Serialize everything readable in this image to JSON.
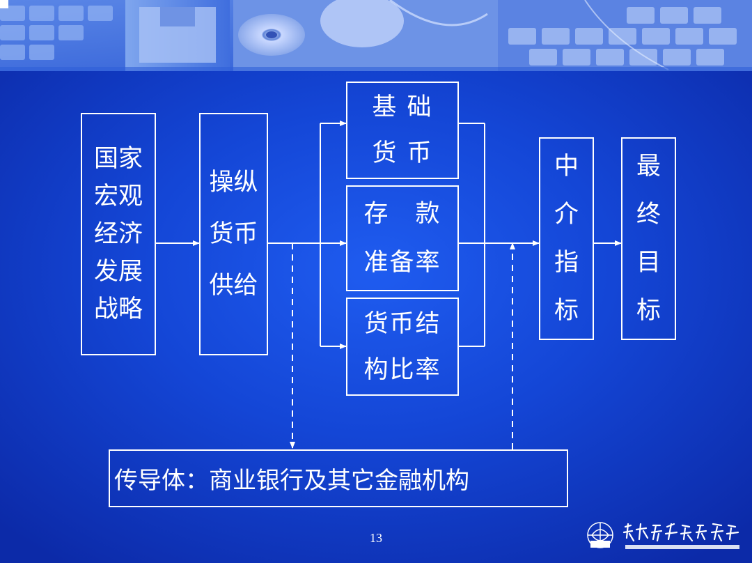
{
  "colors": {
    "background": "#1446d6",
    "line": "#ffffff",
    "text": "#ffffff"
  },
  "diagram": {
    "strategy_box": [
      "国家",
      "宏观",
      "经济",
      "发展",
      "战略"
    ],
    "operation_box": [
      "操纵",
      "货币",
      "供给"
    ],
    "tool_boxes": [
      [
        "基 础",
        "货 币"
      ],
      [
        "存　款",
        "准备率"
      ],
      [
        "货币结",
        "构比率"
      ]
    ],
    "intermediate_box": [
      "中",
      "介",
      "指",
      "标"
    ],
    "final_box": [
      "最",
      "终",
      "目",
      "标"
    ],
    "connector_label": "传导体：商业银行及其它金融机构"
  },
  "page_number": "13",
  "logo": {
    "icon": "university-seal-icon",
    "name_icon": "calligraphy-name-icon"
  }
}
